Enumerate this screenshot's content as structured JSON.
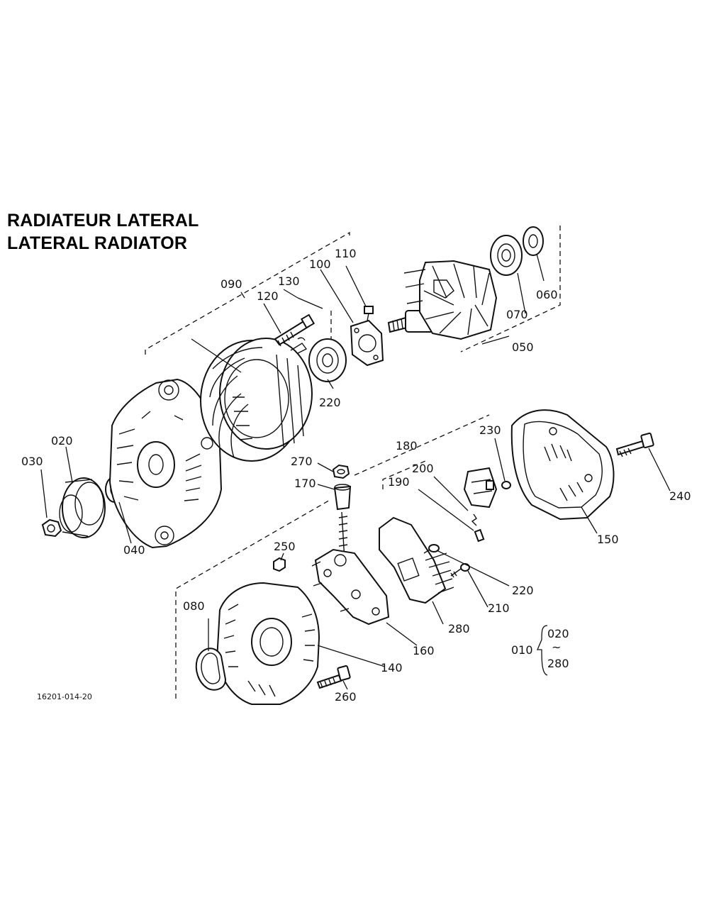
{
  "title": {
    "line1": "RADIATEUR LATERAL",
    "line2": "LATERAL RADIATOR"
  },
  "drawing_number": "16201-014-20",
  "callouts": [
    {
      "id": "010",
      "label": "010"
    },
    {
      "id": "020",
      "label": "020"
    },
    {
      "id": "030",
      "label": "030"
    },
    {
      "id": "040",
      "label": "040"
    },
    {
      "id": "050",
      "label": "050"
    },
    {
      "id": "060",
      "label": "060"
    },
    {
      "id": "070",
      "label": "070"
    },
    {
      "id": "080",
      "label": "080"
    },
    {
      "id": "090",
      "label": "090"
    },
    {
      "id": "100",
      "label": "100"
    },
    {
      "id": "110",
      "label": "110"
    },
    {
      "id": "120",
      "label": "120"
    },
    {
      "id": "130",
      "label": "130"
    },
    {
      "id": "140",
      "label": "140"
    },
    {
      "id": "150",
      "label": "150"
    },
    {
      "id": "160",
      "label": "160"
    },
    {
      "id": "170",
      "label": "170"
    },
    {
      "id": "180",
      "label": "180"
    },
    {
      "id": "190",
      "label": "190"
    },
    {
      "id": "200",
      "label": "200"
    },
    {
      "id": "210",
      "label": "210"
    },
    {
      "id": "220a",
      "label": "220"
    },
    {
      "id": "220b",
      "label": "220"
    },
    {
      "id": "230",
      "label": "230"
    },
    {
      "id": "240",
      "label": "240"
    },
    {
      "id": "250",
      "label": "250"
    },
    {
      "id": "260",
      "label": "260"
    },
    {
      "id": "270",
      "label": "270"
    },
    {
      "id": "280",
      "label": "280"
    }
  ],
  "assembly_range": {
    "from": "020",
    "to": "280",
    "tilde": "~"
  }
}
